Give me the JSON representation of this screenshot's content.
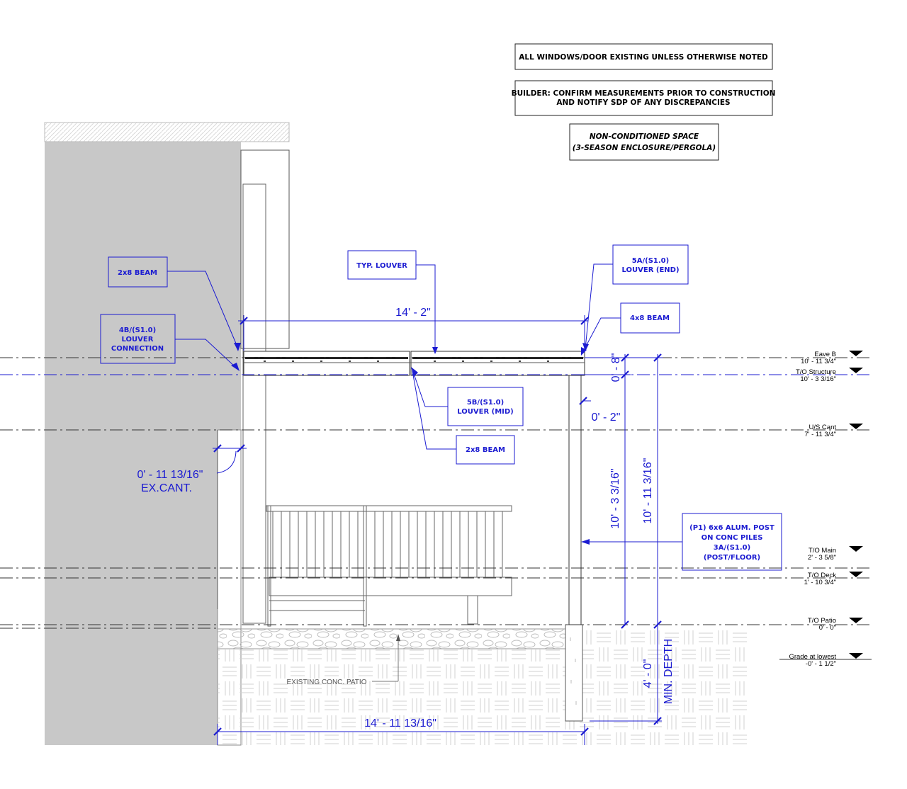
{
  "notes": {
    "windows": "ALL WINDOWS/DOOR EXISTING UNLESS OTHERWISE NOTED",
    "builder_line1": "BUILDER: CONFIRM MEASUREMENTS PRIOR TO CONSTRUCTION",
    "builder_line2": "AND NOTIFY SDP OF ANY DISCREPANCIES",
    "space_line1": "NON-CONDITIONED SPACE",
    "space_line2": "(3-SEASON ENCLOSURE/PERGOLA)"
  },
  "tags": {
    "beam_left": "2x8 BEAM",
    "typ_louver": "TYP. LOUVER",
    "louver_end_1": "5A/(S1.0)",
    "louver_end_2": "LOUVER (END)",
    "connection_1": "4B/(S1.0)",
    "connection_2": "LOUVER",
    "connection_3": "CONNECTION",
    "beam_4x8": "4x8 BEAM",
    "louver_mid_1": "5B/(S1.0)",
    "louver_mid_2": "LOUVER (MID)",
    "beam_mid": "2x8 BEAM",
    "post_1": "(P1) 6x6 ALUM. POST",
    "post_2": "ON CONC PILES",
    "post_3": "3A/(S1.0)",
    "post_4": "(POST/FLOOR)"
  },
  "dimensions": {
    "span_top": "14' - 2\"",
    "eight_in": "0' - 8\"",
    "two_in": "0' - 2\"",
    "cant": "0' - 11 13/16\"",
    "cant_label": "EX.CANT.",
    "post_height": "10' - 3 3/16\"",
    "overall_height": "10' - 11 3/16\"",
    "pile_depth": "4' - 0\"",
    "min_depth": "MIN. DEPTH",
    "span_bottom": "14' - 11 13/16\""
  },
  "levels": [
    {
      "name": "Eave B",
      "value": "10' - 11 3/4\""
    },
    {
      "name": "T/O Structure",
      "value": "10' - 3 3/16\""
    },
    {
      "name": "U/S Cant",
      "value": "7' - 11 3/4\""
    },
    {
      "name": "T/O Main",
      "value": "2' - 3 5/8\""
    },
    {
      "name": "T/O Deck",
      "value": "1' - 10 3/4\""
    },
    {
      "name": "T/O Patio",
      "value": "0' - 0\""
    },
    {
      "name": "Grade at lowest",
      "value": "-0' - 1 1/2\""
    }
  ],
  "patio_label": "EXISTING CONC. PATIO",
  "colors": {
    "annotation": "#1b1bd1",
    "wall": "#c8c8c8"
  }
}
